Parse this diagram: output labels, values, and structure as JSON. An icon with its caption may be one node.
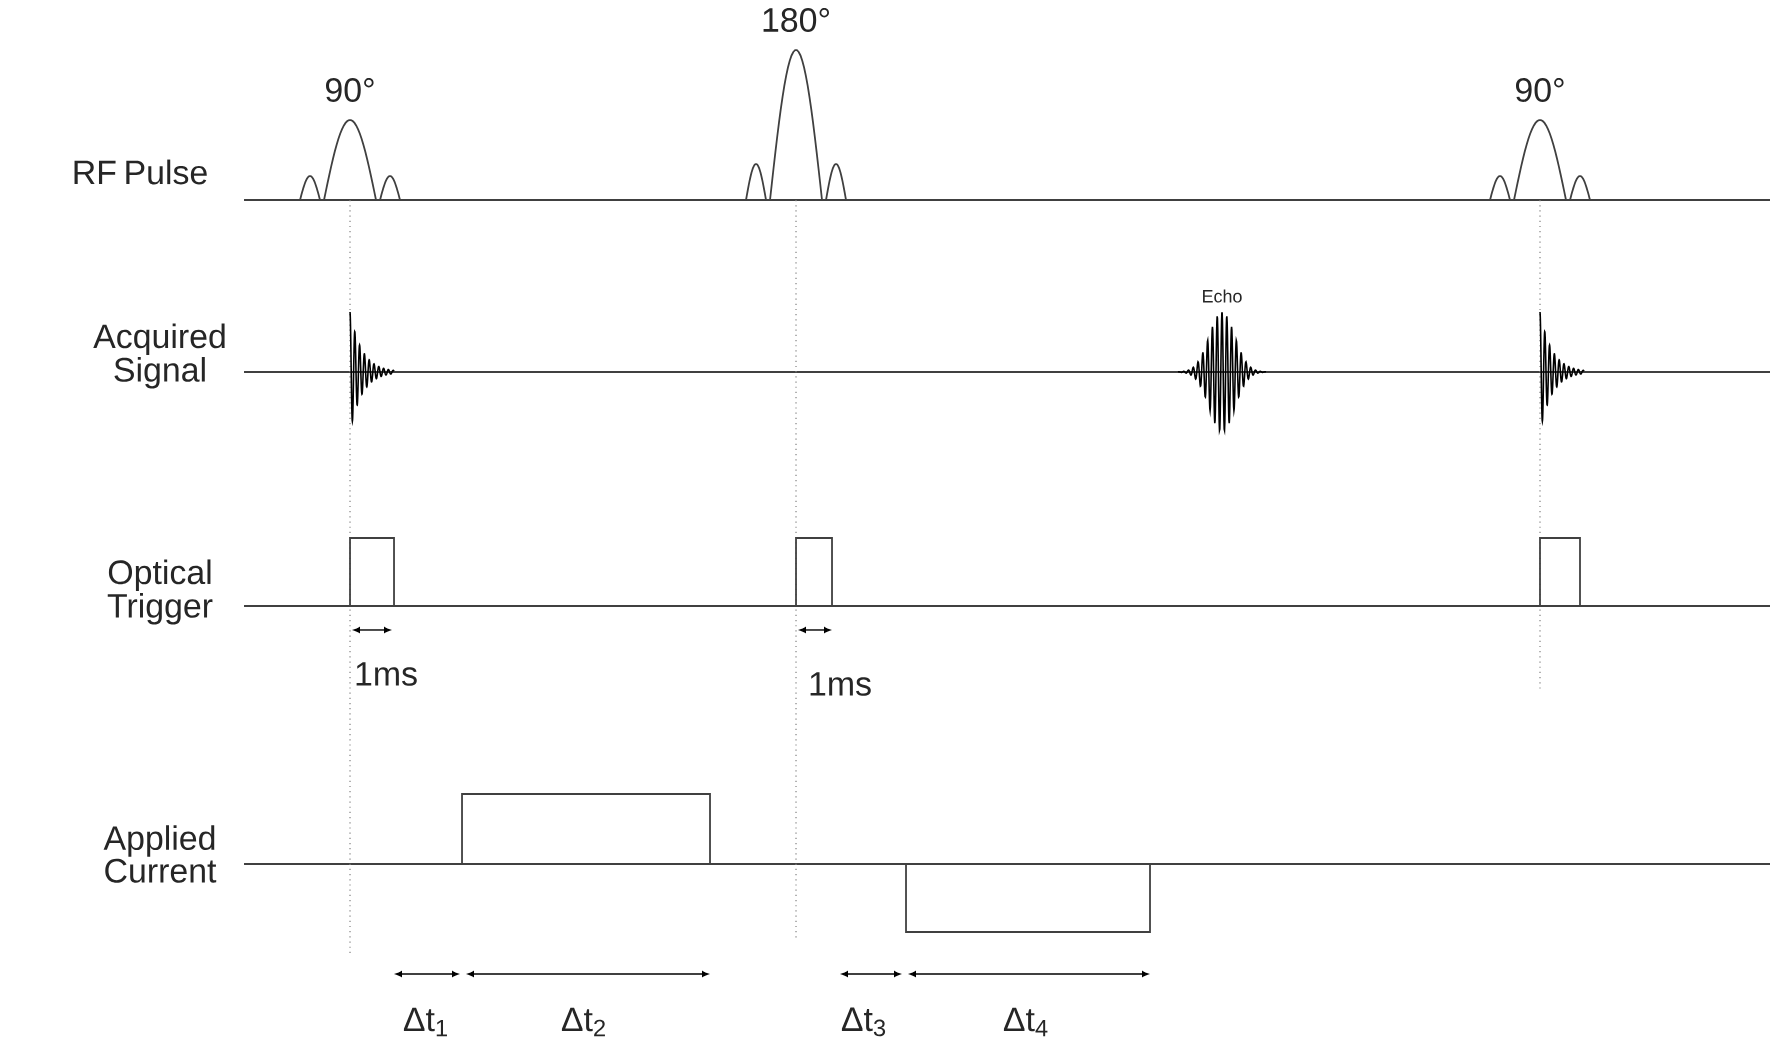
{
  "diagram": {
    "labels": [
      "90°",
      "180°",
      "90°",
      "RF Pulse",
      "Acquired Signal",
      "Echo",
      "Optical Trigger",
      "1ms",
      "1ms",
      "Applied Current",
      "Δt$_{1}$",
      "Δt$_{2}$",
      "Δt$_{3}$",
      "Δt$_{4}$"
    ]
  }
}
